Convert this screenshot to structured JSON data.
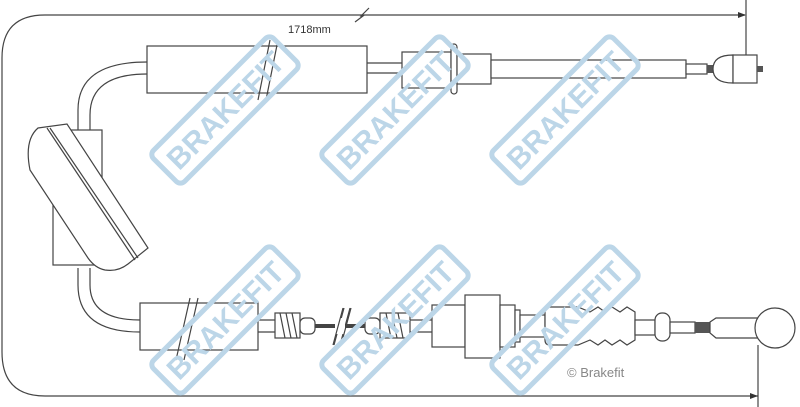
{
  "dimension": {
    "length_label": "1718mm"
  },
  "watermark": {
    "text": "BRAKEFIT",
    "color": "#bcd6e8"
  },
  "copyright": "© Brakefit",
  "line_color": "#444444"
}
